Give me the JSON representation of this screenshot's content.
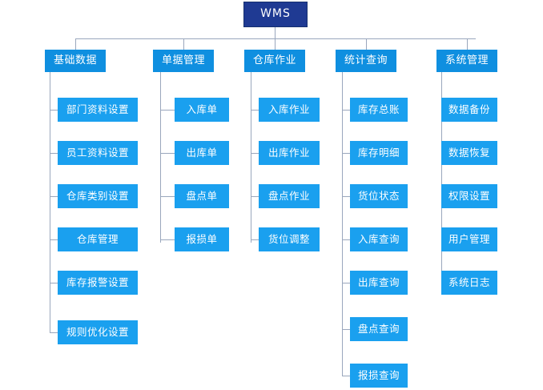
{
  "diagram": {
    "type": "org-tree",
    "title": "WMS",
    "root": {
      "label": "WMS",
      "color": "#1f3a93"
    },
    "category_color": "#0f8fe0",
    "leaf_color": "#1aa0ef",
    "connector_color": "#9aa7bd",
    "columns": [
      {
        "label": "基础数据",
        "items": [
          "部门资料设置",
          "员工资料设置",
          "仓库类别设置",
          "仓库管理",
          "库存报警设置",
          "规则优化设置"
        ]
      },
      {
        "label": "单据管理",
        "items": [
          "入库单",
          "出库单",
          "盘点单",
          "报损单"
        ]
      },
      {
        "label": "仓库作业",
        "items": [
          "入库作业",
          "出库作业",
          "盘点作业",
          "货位调整"
        ]
      },
      {
        "label": "统计查询",
        "items": [
          "库存总账",
          "库存明细",
          "货位状态",
          "入库查询",
          "出库查询",
          "盘点查询",
          "报损查询"
        ]
      },
      {
        "label": "系统管理",
        "items": [
          "数据备份",
          "数据恢复",
          "权限设置",
          "用户管理",
          "系统日志"
        ]
      }
    ]
  }
}
